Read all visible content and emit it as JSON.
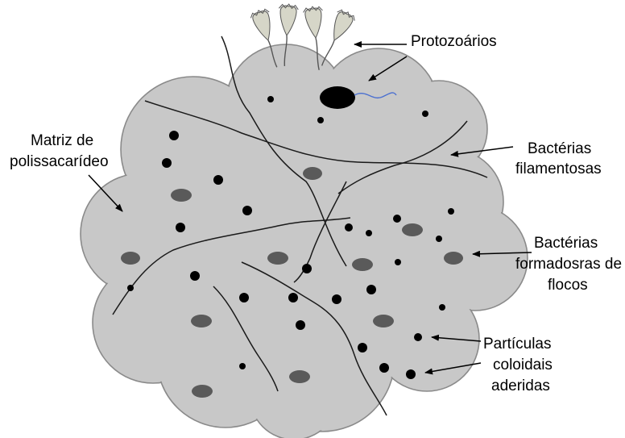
{
  "diagram": {
    "colors": {
      "floc_fill": "#c8c8c8",
      "floc_stroke": "#8a8a8a",
      "filament": "#1a1a1a",
      "dot": "#000000",
      "ellipse": "#5a5a5a",
      "flagellum": "#4a6fd0",
      "arrow": "#000000",
      "text": "#000000"
    },
    "labels": {
      "protozoa": "Protozoários",
      "matrix_line1": "Matriz de",
      "matrix_line2": "polissacarídeo",
      "filamentous_line1": "Bactérias",
      "filamentous_line2": "filamentosas",
      "floc_formers_line1": "Bactérias",
      "floc_formers_line2": "formadosras de",
      "floc_formers_line3": "flocos",
      "colloids_line1": "Partículas",
      "colloids_line2": "coloidais",
      "colloids_line3": "aderidas"
    }
  }
}
